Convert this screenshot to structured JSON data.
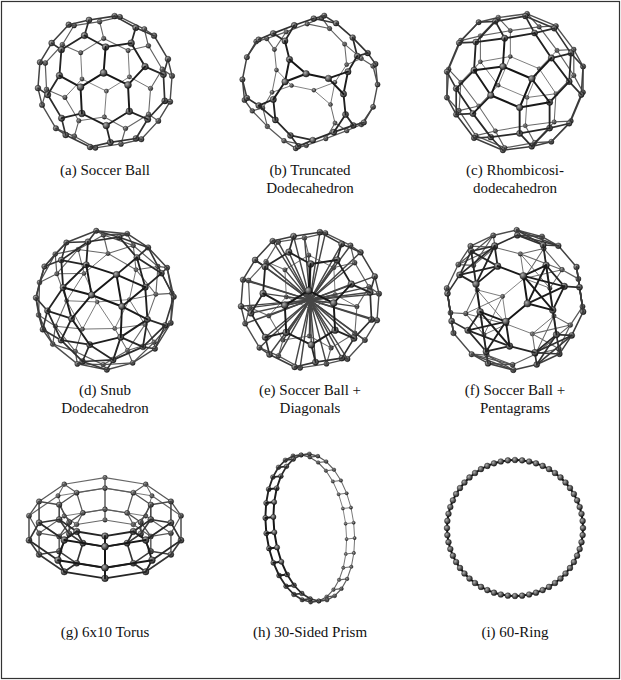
{
  "diagram": {
    "labels": [
      "(a) Soccer Ball",
      "(b) Truncated Dodecahedron",
      "(c) Rhombicosi- dodecahedron",
      "(d) Snub Dodecahedron",
      "(e) Soccer Ball + Diagonals",
      "(f) Soccer Ball + Pentagrams",
      "(g) 6x10 Torus",
      "(h) 30-Sided Prism",
      "(i) 60-Ring"
    ]
  }
}
